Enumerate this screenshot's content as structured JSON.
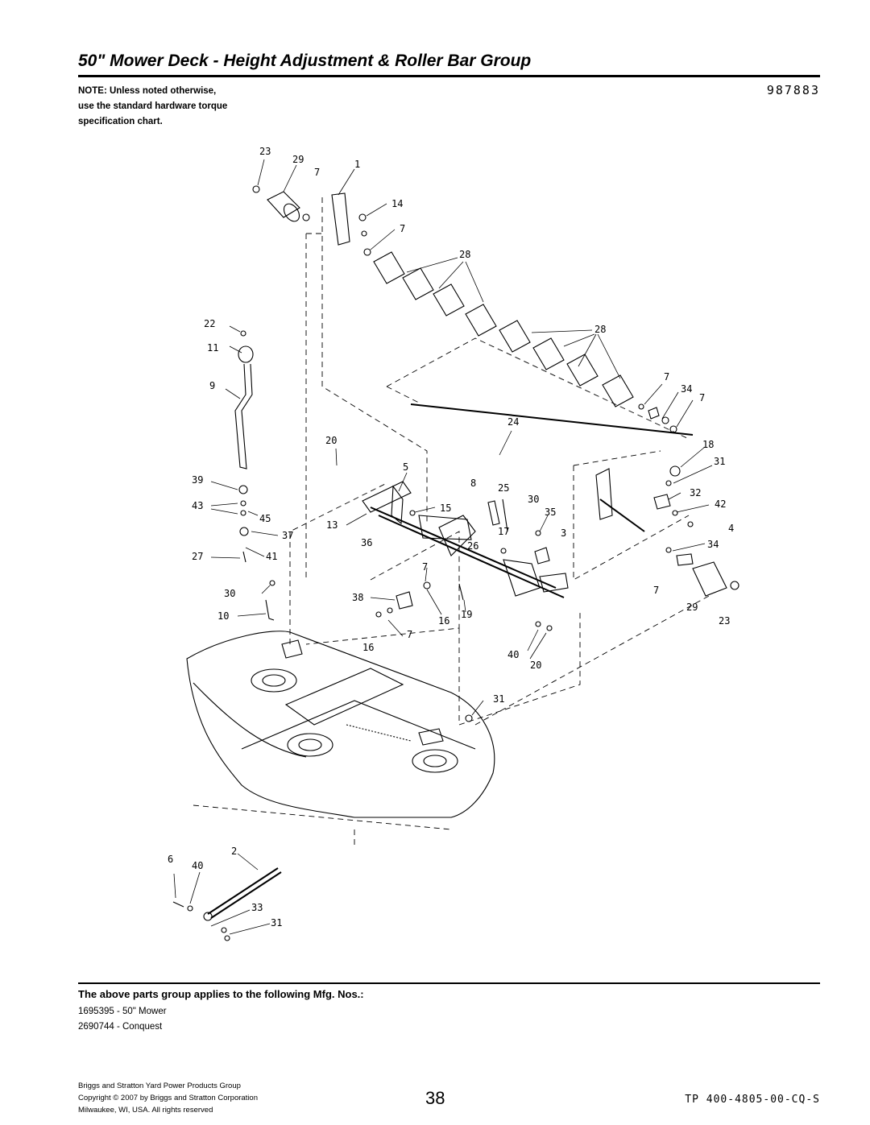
{
  "header": {
    "title": "50\" Mower Deck - Height Adjustment & Roller Bar Group",
    "note_lines": [
      "NOTE: Unless noted otherwise,",
      "use the standard hardware torque",
      "specification chart."
    ],
    "catalog_number": "987883"
  },
  "diagram": {
    "callouts": [
      "23",
      "29",
      "1",
      "7",
      "14",
      "7",
      "28",
      "28",
      "22",
      "11",
      "9",
      "7",
      "34",
      "7",
      "24",
      "20",
      "18",
      "31",
      "5",
      "39",
      "8",
      "25",
      "30",
      "32",
      "42",
      "15",
      "35",
      "43",
      "45",
      "13",
      "17",
      "3",
      "4",
      "37",
      "36",
      "26",
      "34",
      "27",
      "41",
      "7",
      "30",
      "7",
      "38",
      "29",
      "10",
      "16",
      "19",
      "23",
      "7",
      "16",
      "40",
      "20",
      "31",
      "6",
      "40",
      "2",
      "33",
      "31"
    ]
  },
  "applies": {
    "heading": "The above parts group applies to the following Mfg. Nos.:",
    "items": [
      "1695395 - 50\" Mower",
      "2690744 - Conquest"
    ]
  },
  "footer": {
    "company": "Briggs and Stratton Yard Power Products Group",
    "copyright": "Copyright ©  2007 by Briggs and Stratton Corporation",
    "location": "Milwaukee, WI, USA. All rights reserved",
    "page_number": "38",
    "doc_id": "TP 400-4805-00-CQ-S"
  }
}
